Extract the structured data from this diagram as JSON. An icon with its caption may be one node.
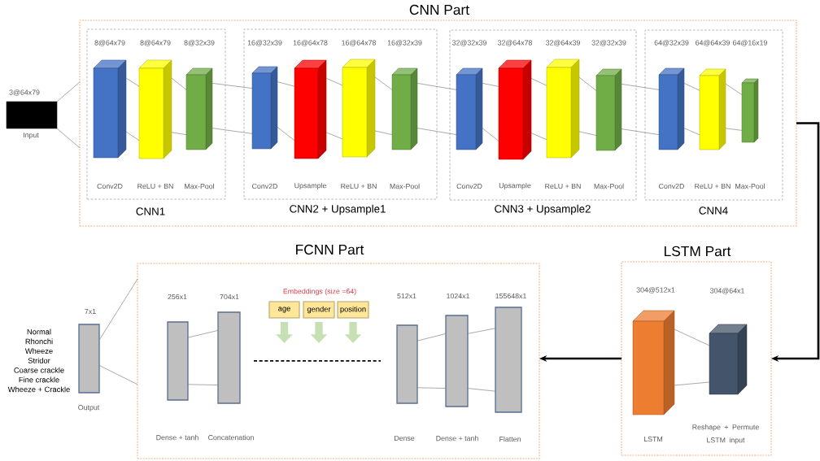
{
  "diagram": {
    "nodes": [
      {
        "text": [
          "CNN Part"
        ]
      },
      {
        "text": [
          "CNN1"
        ],
        "in": 0
      },
      {
        "text": [],
        "shape": "box",
        "in": 1
      },
      {
        "text": [],
        "shape": "box",
        "in": 1
      },
      {
        "text": [],
        "shape": "box",
        "in": 1
      },
      {
        "text": [
          "CNN2 + Upsample1"
        ],
        "in": 0
      },
      {
        "text": [],
        "shape": "box",
        "in": 5
      },
      {
        "text": [],
        "shape": "box",
        "in": 5
      },
      {
        "text": [],
        "shape": "box",
        "in": 5
      },
      {
        "text": [],
        "shape": "box",
        "in": 5
      },
      {
        "text": [
          "CNN3 + Upsample2"
        ],
        "in": 0
      },
      {
        "text": [],
        "shape": "box",
        "in": 10
      },
      {
        "text": [],
        "shape": "box",
        "in": 10
      },
      {
        "text": [],
        "shape": "box",
        "in": 10
      },
      {
        "text": [],
        "shape": "box",
        "in": 10
      },
      {
        "text": [
          "CNN4"
        ],
        "in": 0
      },
      {
        "text": [],
        "shape": "box",
        "in": 15
      },
      {
        "text": [],
        "shape": "box",
        "in": 15
      },
      {
        "text": [],
        "shape": "box",
        "in": 15
      },
      {
        "text": [],
        "shape": "box",
        "beside": [
          "3@64x79",
          "Input"
        ]
      },
      {
        "text": [
          "FCNN Part"
        ]
      },
      {
        "text": [],
        "shape": "box",
        "in": 20
      },
      {
        "text": [],
        "shape": "box",
        "in": 20
      },
      {
        "text": [
          "age"
        ],
        "in": 20
      },
      {
        "text": [
          "gender"
        ],
        "in": 20
      },
      {
        "text": [
          "position"
        ],
        "in": 20
      },
      {
        "text": [],
        "shape": "box",
        "in": 20
      },
      {
        "text": [],
        "shape": "box",
        "in": 20
      },
      {
        "text": [],
        "shape": "box",
        "in": 20
      },
      {
        "text": [],
        "shape": "box",
        "beside": [
          "7x1",
          "Output"
        ]
      },
      {
        "text": [
          "LSTM Part"
        ]
      },
      {
        "text": [],
        "shape": "box",
        "in": 30
      },
      {
        "text": [],
        "shape": "box",
        "in": 30
      }
    ],
    "edges": [
      {
        "from": 19,
        "to": 0,
        "arrow": "none"
      },
      {
        "from": 19,
        "to": 0,
        "arrow": "none"
      },
      {
        "from": 2,
        "to": 3,
        "arrow": "none"
      },
      {
        "from": 2,
        "to": 3,
        "arrow": "none"
      },
      {
        "from": 3,
        "to": 4,
        "arrow": "none"
      },
      {
        "from": 3,
        "to": 4,
        "arrow": "none"
      },
      {
        "from": 4,
        "to": 6,
        "arrow": "none"
      },
      {
        "from": 4,
        "to": 6,
        "arrow": "none"
      },
      {
        "from": 6,
        "to": 7,
        "arrow": "none"
      },
      {
        "from": 6,
        "to": 7,
        "arrow": "none"
      },
      {
        "from": 7,
        "to": 8,
        "arrow": "none"
      },
      {
        "from": 7,
        "to": 8,
        "arrow": "none"
      },
      {
        "from": 8,
        "to": 9,
        "arrow": "none"
      },
      {
        "from": 8,
        "to": 9,
        "arrow": "none"
      },
      {
        "from": 9,
        "to": 11,
        "arrow": "none"
      },
      {
        "from": 9,
        "to": 11,
        "arrow": "none"
      },
      {
        "from": 11,
        "to": 12,
        "arrow": "none"
      },
      {
        "from": 11,
        "to": 12,
        "arrow": "none"
      },
      {
        "from": 12,
        "to": 13,
        "arrow": "none"
      },
      {
        "from": 12,
        "to": 13,
        "arrow": "none"
      },
      {
        "from": 13,
        "to": 14,
        "arrow": "none"
      },
      {
        "from": 13,
        "to": 14,
        "arrow": "none"
      },
      {
        "from": 14,
        "to": 16,
        "arrow": "none"
      },
      {
        "from": 14,
        "to": 16,
        "arrow": "none"
      },
      {
        "from": 16,
        "to": 17,
        "arrow": "none"
      },
      {
        "from": 16,
        "to": 17,
        "arrow": "none"
      },
      {
        "from": 17,
        "to": 18,
        "arrow": "none"
      },
      {
        "from": 17,
        "to": 18,
        "arrow": "none"
      },
      {
        "from": 0,
        "to": 30,
        "arrow": "to",
        "style": "thick",
        "color": "#000000"
      },
      {
        "from": 31,
        "to": 32,
        "arrow": "none"
      },
      {
        "from": 31,
        "to": 32,
        "arrow": "none"
      },
      {
        "from": 30,
        "to": 20,
        "arrow": "to",
        "style": "thick",
        "color": "#000000"
      },
      {
        "from": 26,
        "to": 27,
        "arrow": "none"
      },
      {
        "from": 26,
        "to": 27,
        "arrow": "none"
      },
      {
        "from": 27,
        "to": 28,
        "arrow": "none"
      },
      {
        "from": 27,
        "to": 28,
        "arrow": "none"
      },
      {
        "from": 21,
        "to": 22,
        "arrow": "none"
      },
      {
        "from": 21,
        "to": 22,
        "arrow": "none"
      },
      {
        "from": 22,
        "to": 26,
        "arrow": "none",
        "style": "dashed",
        "color": "#000000"
      },
      {
        "from": 23,
        "to": null,
        "arrow": "to",
        "style": "thick",
        "color": "#c6e0b4"
      },
      {
        "from": 24,
        "to": null,
        "arrow": "to",
        "style": "thick",
        "color": "#c6e0b4"
      },
      {
        "from": 25,
        "to": null,
        "arrow": "to",
        "style": "thick",
        "color": "#c6e0b4"
      },
      {
        "from": 29,
        "to": 20,
        "arrow": "none"
      },
      {
        "from": 29,
        "to": 20,
        "arrow": "none"
      }
    ],
    "labels": [
      "8@64x79",
      "8@64x79",
      "8@32x39",
      "16@32x39",
      "16@64x78",
      "16@64x78",
      "16@32x39",
      "32@32x39",
      "32@64x78",
      "32@64x39",
      "32@32x39",
      "64@32x39",
      "64@64x39",
      "64@16x19",
      "Conv2D",
      "ReLU + BN",
      "Max-Pool",
      "Conv2D",
      "Upsample",
      "ReLU + BN",
      "Max-Pool",
      "Conv2D",
      "Upsample",
      "ReLU + BN",
      "Max-Pool",
      "Conv2D",
      "ReLU + BN",
      "Max-Pool",
      "256x1",
      "704x1",
      "Embeddings (size =64)",
      "512x1",
      "1024x1",
      "155648x1",
      "304@512x1",
      "304@64x1",
      "Normal",
      "Rhonchi",
      "Wheeze",
      "Stridor",
      "Coarse crackle",
      "Fine crackle",
      "Wheeze + Crackle",
      "Dense + tanh",
      "Concatenation",
      "Dense",
      "Dense + tanh",
      "Flatten",
      "LSTM",
      "Reshape + Permute LSTM input"
    ]
  }
}
